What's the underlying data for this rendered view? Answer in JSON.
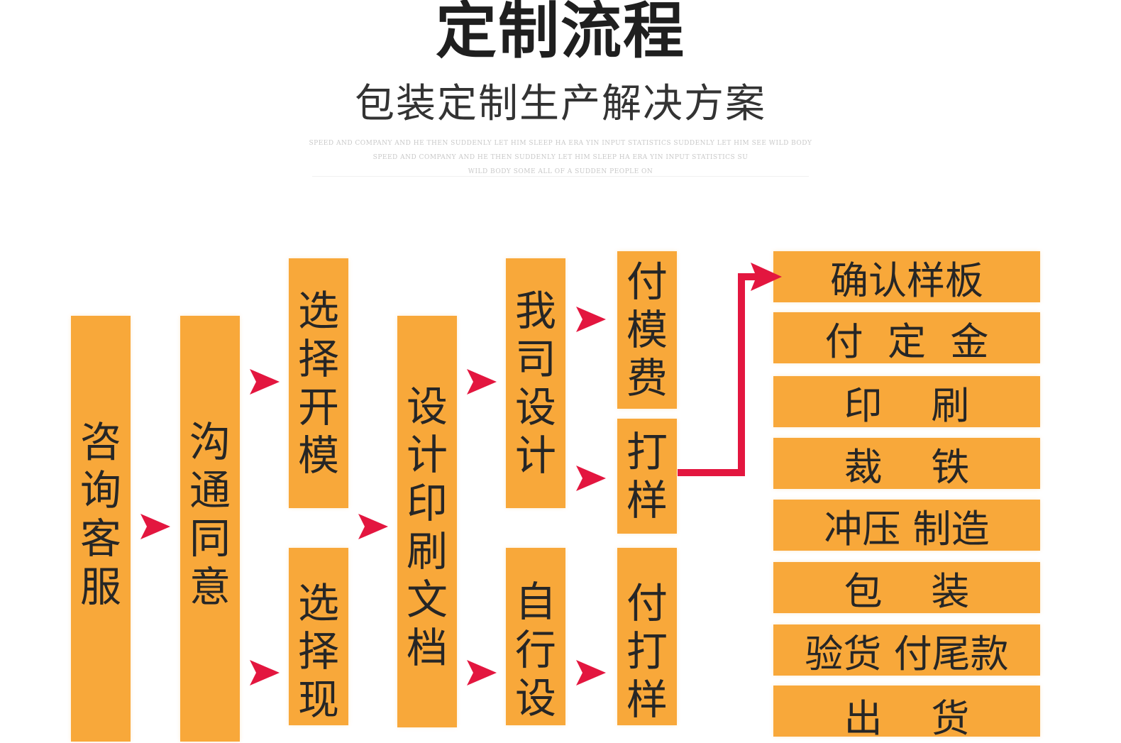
{
  "title": "定制流程",
  "subtitle": "包装定制生产解决方案",
  "fine_print": [
    "SPEED AND COMPANY AND HE THEN SUDDENLY LET HIM SLEEP HA ERA YIN INPUT STATISTICS SUDDENLY LET HIM SEE WILD BODY",
    "SPEED AND COMPANY AND HE THEN SUDDENLY LET HIM SLEEP HA ERA YIN INPUT STATISTICS SU",
    "WILD BODY SOME ALL OF A SUDDEN PEOPLE ON"
  ],
  "steps": {
    "consult": "咨询客服",
    "communicate": "沟通同意",
    "choose_open_mold": "选择开模",
    "choose_existing": "选择现",
    "design_print_file": "设计印刷文档",
    "we_design": "我司设计",
    "self_design": "自行设",
    "pay_mold_fee": "付模费",
    "proof": "打样",
    "pay_proof": "付打样"
  },
  "production_steps": [
    "确认样板",
    "付  定  金",
    "印    刷",
    "裁    铁",
    "冲压 制造",
    "包    装",
    "验货 付尾款",
    "出    货"
  ],
  "colors": {
    "box": "#f8a83a",
    "arrow": "#e3163f",
    "text": "#262626"
  }
}
